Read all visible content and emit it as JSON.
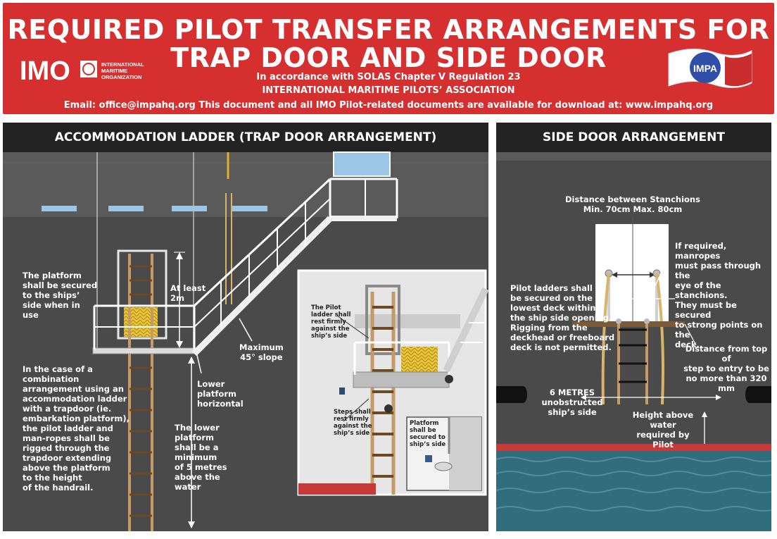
{
  "header": {
    "title_line1": "REQUIRED PILOT TRANSFER ARRANGEMENTS FOR",
    "title_line2": "TRAP DOOR AND SIDE DOOR",
    "subtitle_line1": "In accordance with SOLAS Chapter V Regulation 23",
    "subtitle_line2": "INTERNATIONAL MARITIME PILOTS’ ASSOCIATION",
    "contact_line": "Email: office@impahq.org   This document and all IMO Pilot-related documents are available for download at: www.impahq.org",
    "imo_logo_text": "IMO",
    "imo_org_line1": "INTERNATIONAL",
    "imo_org_line2": "MARITIME",
    "imo_org_line3": "ORGANIZATION",
    "impa_logo_text": "IMPA"
  },
  "colors": {
    "banner_red": "#d62f2f",
    "panel_grey": "#4a4a4a",
    "heading_black": "#232323",
    "sea_teal": "#2f6e7a",
    "hull_red": "#c83a3a"
  },
  "trap_door": {
    "heading": "ACCOMMODATION LADDER (TRAP DOOR ARRANGEMENT)",
    "platform_secured": [
      "The platform",
      "shall be secured",
      "to the ships’",
      "side when in",
      "use"
    ],
    "at_least": [
      "At least",
      "2m"
    ],
    "max_slope": [
      "Maximum",
      "45° slope"
    ],
    "lower_horizontal": [
      "Lower",
      "platform",
      "horizontal"
    ],
    "combination": [
      "In the case of a",
      "combination",
      "arrangement using an",
      "accommodation ladder",
      "with a trapdoor (ie.",
      "embarkation platform),",
      "the pilot ladder and",
      "man-ropes shall be",
      "rigged through the",
      "trapdoor extending",
      "above the platform",
      "to the height",
      "of the handrail."
    ],
    "lower_min": [
      "The lower",
      "platform",
      "shall be a",
      "minimum",
      "of 5 metres",
      "above the",
      "water"
    ],
    "detail_rest": [
      "The Pilot",
      "ladder shall",
      "rest firmly",
      "against the",
      "ship’s side"
    ],
    "detail_steps": [
      "Steps shall",
      "rest firmly",
      "against the",
      "ship’s side"
    ],
    "detail_platform": [
      "Platform",
      "shall be",
      "secured to",
      "ship’s side"
    ]
  },
  "side_door": {
    "heading": "SIDE DOOR ARRANGEMENT",
    "stanchions": [
      "Distance between Stanchions",
      "Min. 70cm Max. 80cm"
    ],
    "manropes": [
      "If required, manropes",
      "must pass through the",
      "eye of the stanchions.",
      "They must be secured",
      "to strong points on the",
      "deck."
    ],
    "pilot_ladders": [
      "Pilot ladders shall",
      "be secured on the",
      "lowest deck within",
      "the ship side opening.",
      "Rigging from the",
      "deckhead or freeboard",
      "deck is not permitted."
    ],
    "step_distance": [
      "Distance from top of",
      "step to entry to be",
      "no more than 320 mm"
    ],
    "six_metres": [
      "6 METRES",
      "unobstructed",
      "ship’s side"
    ],
    "height_water": [
      "Height above water",
      "required by Pilot"
    ]
  }
}
